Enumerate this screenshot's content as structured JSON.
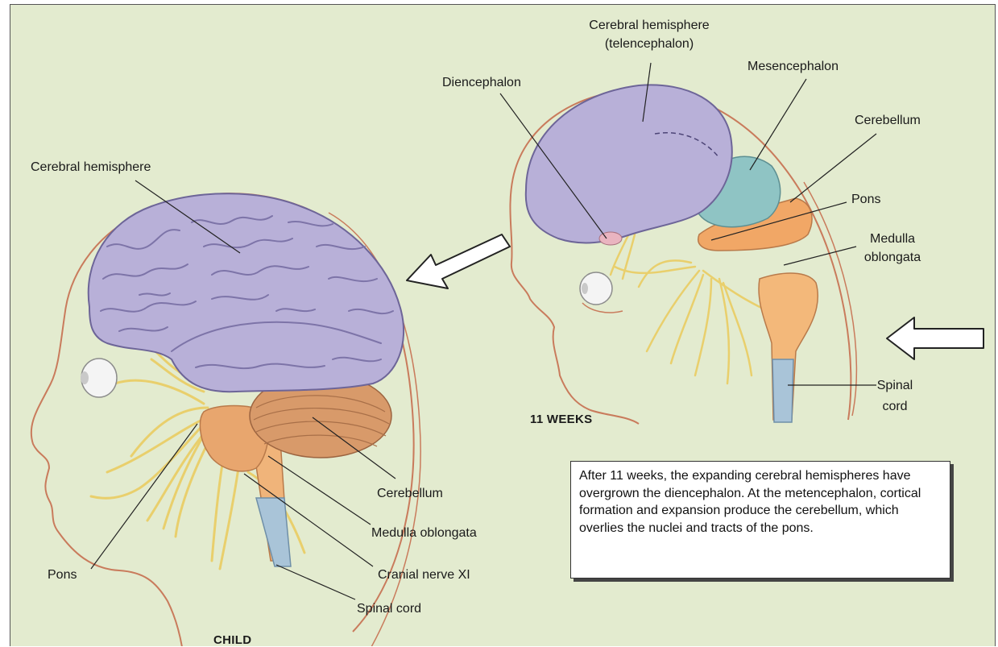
{
  "labels": {
    "child": {
      "cerebral_hemisphere": "Cerebral hemisphere",
      "cerebellum": "Cerebellum",
      "medulla_oblongata": "Medulla oblongata",
      "pons": "Pons",
      "cranial_nerve_xi": "Cranial nerve XI",
      "spinal_cord": "Spinal cord",
      "stage": "CHILD"
    },
    "fetus": {
      "cerebral_hemisphere_1": "Cerebral hemisphere",
      "cerebral_hemisphere_2": "(telencephalon)",
      "mesencephalon": "Mesencephalon",
      "diencephalon": "Diencephalon",
      "cerebellum": "Cerebellum",
      "pons": "Pons",
      "medulla_1": "Medulla",
      "medulla_2": "oblongata",
      "spinal_1": "Spinal",
      "spinal_2": "cord",
      "stage": "11 WEEKS"
    }
  },
  "caption": "After 11 weeks, the expanding cerebral hemispheres have overgrown the diencephalon. At the metencephalon, cortical formation and expansion produce the cerebellum, which overlies the nuclei and tracts of the pons.",
  "colors": {
    "background": "#e3ebcf",
    "cerebrum": "#b8b0d8",
    "cerebellum_child": "#d89a6a",
    "mesencephalon": "#8fc4c4",
    "brainstem": "#f3b87a",
    "spinal_cord": "#a9c4d8",
    "nerves": "#efd77a",
    "outline": "#c97b5c"
  }
}
